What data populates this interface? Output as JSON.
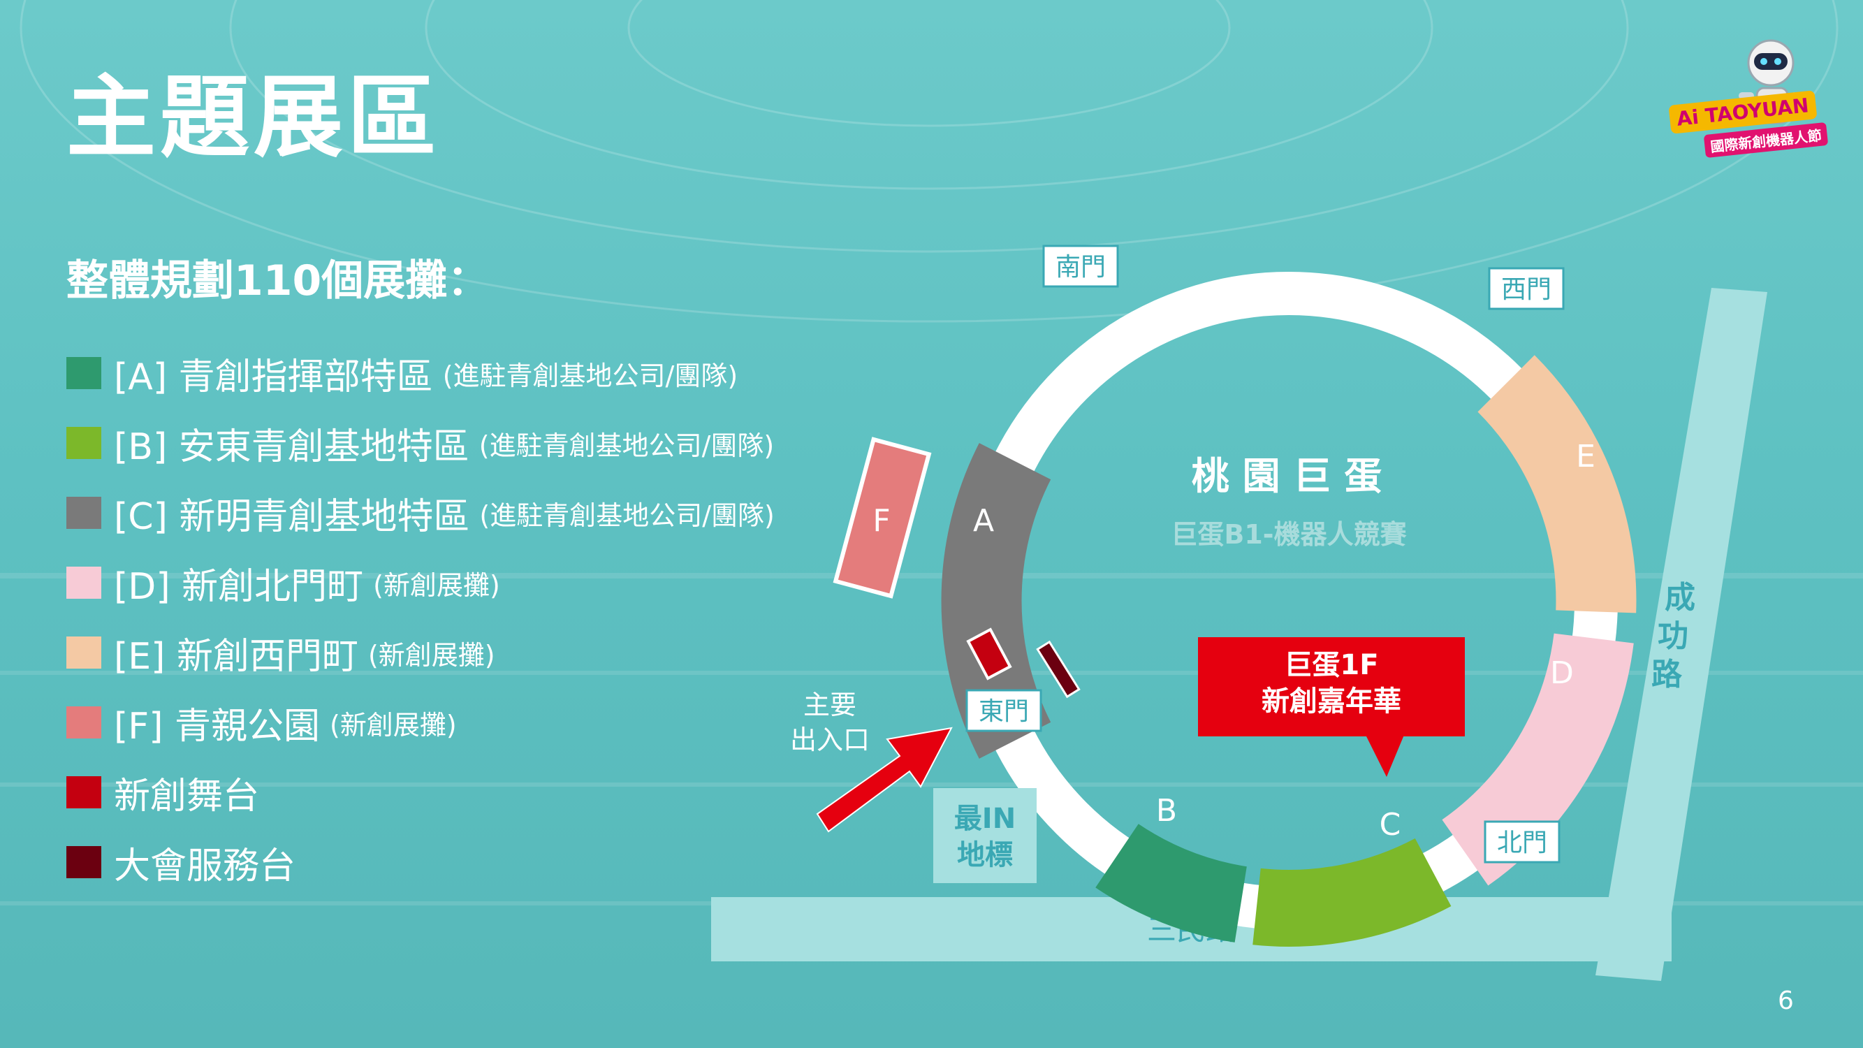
{
  "title": "主題展區",
  "summary": "整體規劃110個展攤：",
  "legend": [
    {
      "label": "[A] 青創指揮部特區",
      "note": "(進駐青創基地公司/團隊)",
      "color": "#2e9a6e"
    },
    {
      "label": "[B] 安東青創基地特區",
      "note": "(進駐青創基地公司/團隊)",
      "color": "#7cb82a"
    },
    {
      "label": "[C] 新明青創基地特區",
      "note": "(進駐青創基地公司/團隊)",
      "color": "#7a7a7a"
    },
    {
      "label": "[D] 新創北門町",
      "note": "(新創展攤)",
      "color": "#f7cbd6"
    },
    {
      "label": "[E] 新創西門町",
      "note": "(新創展攤)",
      "color": "#f4c9a4"
    },
    {
      "label": "[F] 青親公園",
      "note": "(新創展攤)",
      "color": "#e47c7c"
    },
    {
      "label": "新創舞台",
      "note": "",
      "color": "#c40010"
    },
    {
      "label": "大會服務台",
      "note": "",
      "color": "#6b0010"
    }
  ],
  "logo": {
    "brand": "Ai TAOYUAN",
    "tagline": "國際新創機器人節"
  },
  "map": {
    "venue_name": "桃 園 巨 蛋",
    "venue_sub": "巨蛋B1-機器人競賽",
    "callout_line1": "巨蛋1F",
    "callout_line2": "新創嘉年華",
    "gates": {
      "south": "南門",
      "west": "西門",
      "east": "東門",
      "north": "北門"
    },
    "zones": {
      "A": "A",
      "B": "B",
      "C": "C",
      "D": "D",
      "E": "E",
      "F": "F"
    },
    "main_entrance_line1": "主要",
    "main_entrance_line2": "出入口",
    "landmark_line1": "最IN",
    "landmark_line2": "地標",
    "road_bottom": "三民路",
    "road_right": "成功路"
  },
  "page_number": "6",
  "colors": {
    "background": "#5fc3c3",
    "zone_a": "#7a7a7a",
    "zone_b": "#2e9a6e",
    "zone_c": "#7cb82a",
    "zone_d": "#f7cbd6",
    "zone_e": "#f4c9a4",
    "zone_f": "#e47c7c",
    "stage": "#c40010",
    "service_desk": "#6b0010",
    "callout": "#e5000f",
    "road": "#a6e0e0",
    "gate_text": "#3aa8b4"
  }
}
